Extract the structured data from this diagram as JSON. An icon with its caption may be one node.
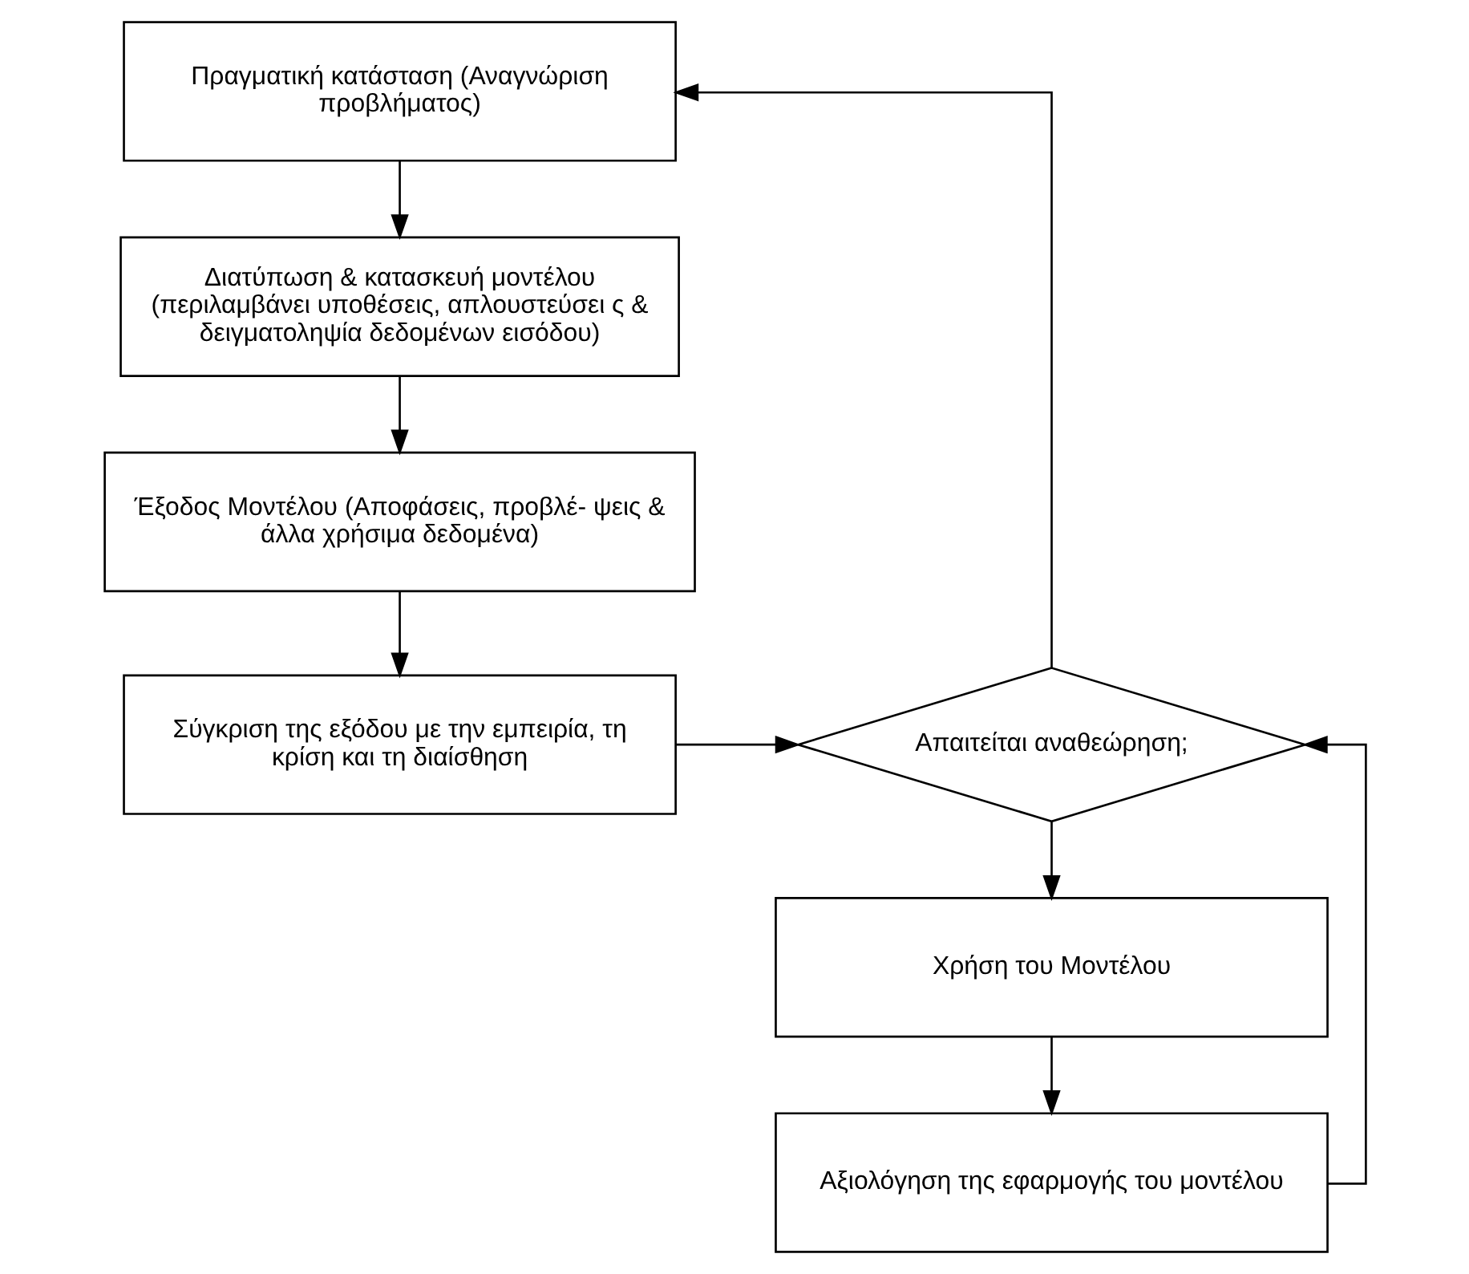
{
  "diagram": {
    "nodes": [
      {
        "text": [
          "Πραγματική κατάσταση (Αναγνώριση προβλήματος)"
        ]
      },
      {
        "text": [
          "Διατύπωση & κατασκευή μοντέλου (περιλαμβάνει υποθέσεις, απλουστεύσει ς & δειγματοληψία δεδομένων εισόδου)"
        ]
      },
      {
        "text": [
          "Έξοδος Μοντέλου (Αποφάσεις, προβλέ- ψεις & άλλα χρήσιμα δεδομένα)"
        ]
      },
      {
        "text": [
          "Σύγκριση της εξόδου με την εμπειρία, τη κρίση και τη διαίσθηση"
        ]
      },
      {
        "text": [
          "Απαιτείται αναθεώρηση;"
        ]
      },
      {
        "text": [
          "Χρήση του Μοντέλου"
        ]
      },
      {
        "text": [
          "Αξιολόγηση της εφαρμογής του μοντέλου"
        ]
      }
    ],
    "edges": [
      {
        "from": 0,
        "to": 1,
        "arrow": "to"
      },
      {
        "from": 1,
        "to": 2,
        "arrow": "to"
      },
      {
        "from": 2,
        "to": 3,
        "arrow": "to"
      },
      {
        "from": 3,
        "to": 4,
        "arrow": "to"
      },
      {
        "from": 4,
        "to": 0,
        "arrow": "to"
      },
      {
        "from": 4,
        "to": 5,
        "arrow": "to"
      },
      {
        "from": 5,
        "to": 6,
        "arrow": "to"
      },
      {
        "from": 6,
        "to": 4,
        "arrow": "to"
      }
    ]
  }
}
